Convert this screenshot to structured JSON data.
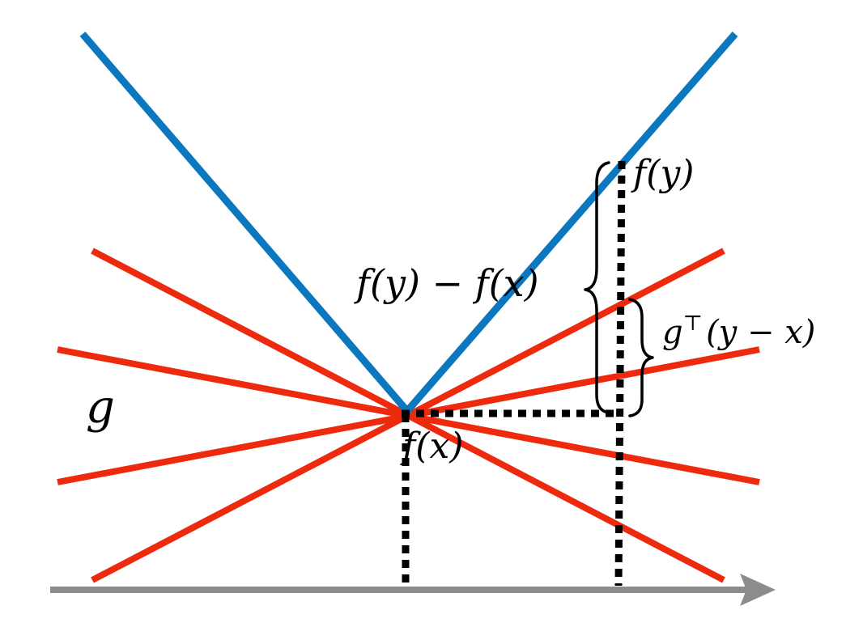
{
  "labels": {
    "f_of_x": "f(x)",
    "f_of_y": "f(y)",
    "difference": "f(y) − f(x)",
    "subgradient_g": "g",
    "subgradient_linear_g": "g",
    "subgradient_linear_T": "⊤",
    "subgradient_linear_rest": "(y − x)"
  },
  "colors": {
    "function": "#0a77bf",
    "subgradients": "#ee2a0e",
    "axis": "#8c8c8c",
    "dotted_guides": "#000000",
    "text": "#000000"
  },
  "icons": {
    "axis_arrow": "arrow-right-icon",
    "left_brace": "curly-brace-left-icon",
    "right_brace": "curly-brace-right-icon"
  }
}
